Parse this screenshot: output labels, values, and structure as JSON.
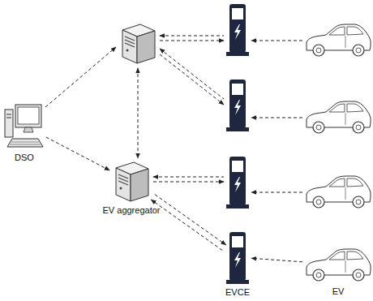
{
  "diagram": {
    "nodes": [
      {
        "text": [
          "DSO"
        ]
      },
      {
        "text": [
          "EV aggregator"
        ]
      },
      {
        "text": [
          "EVCE"
        ]
      },
      {
        "text": [
          "EV"
        ]
      }
    ],
    "edges": [
      {
        "from": 0,
        "to": 1,
        "arrow": "to"
      },
      {
        "from": 1,
        "to": 2,
        "arrow": "to"
      },
      {
        "from": 2,
        "to": 1,
        "arrow": "to"
      },
      {
        "from": 3,
        "to": 2,
        "arrow": "to"
      }
    ]
  }
}
